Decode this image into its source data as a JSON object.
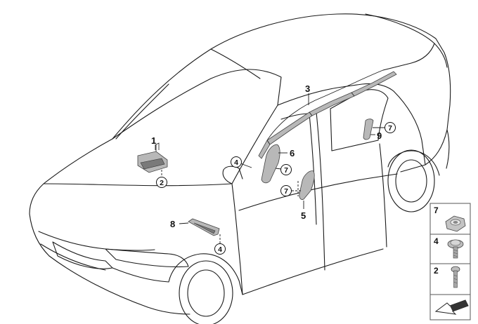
{
  "callouts": {
    "c1": "1",
    "c2": "2",
    "c3": "3",
    "c4a": "4",
    "c4b": "4",
    "c5": "5",
    "c6": "6",
    "c7a": "7",
    "c7b": "7",
    "c7c": "7",
    "c8": "8",
    "c9": "9"
  },
  "legend": [
    {
      "label": "7",
      "icon": "hex-nut-icon"
    },
    {
      "label": "4",
      "icon": "collar-screw-icon"
    },
    {
      "label": "2",
      "icon": "bolt-icon"
    },
    {
      "label": "",
      "icon": "arrow-direction-icon"
    }
  ]
}
